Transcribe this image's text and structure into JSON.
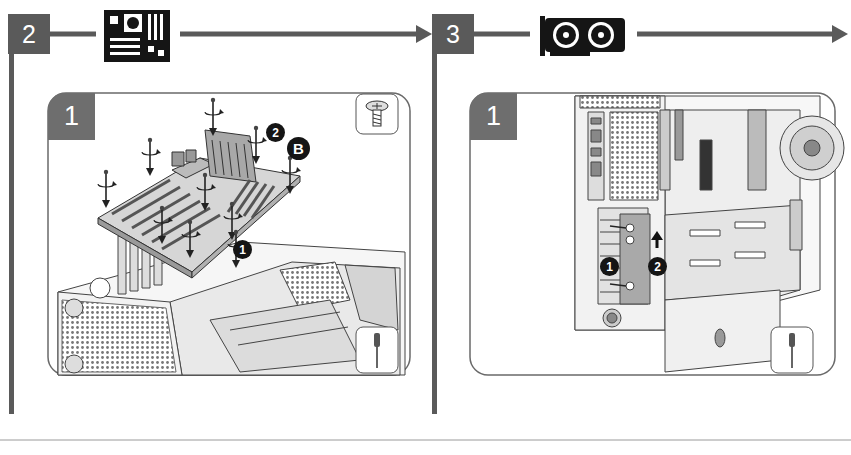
{
  "diagram": {
    "nodes": [
      {
        "text": [
          "2"
        ]
      },
      {
        "text": [
          "1"
        ]
      },
      {
        "text": [
          "2"
        ]
      },
      {
        "text": [
          "B"
        ]
      },
      {
        "text": [
          "1"
        ]
      },
      {
        "text": [
          "3"
        ]
      },
      {
        "text": [
          "1"
        ]
      },
      {
        "text": [
          "1"
        ]
      },
      {
        "text": [
          "2"
        ]
      }
    ],
    "edges": [
      {
        "from": 0,
        "to": 5,
        "arrow": "to"
      }
    ]
  }
}
